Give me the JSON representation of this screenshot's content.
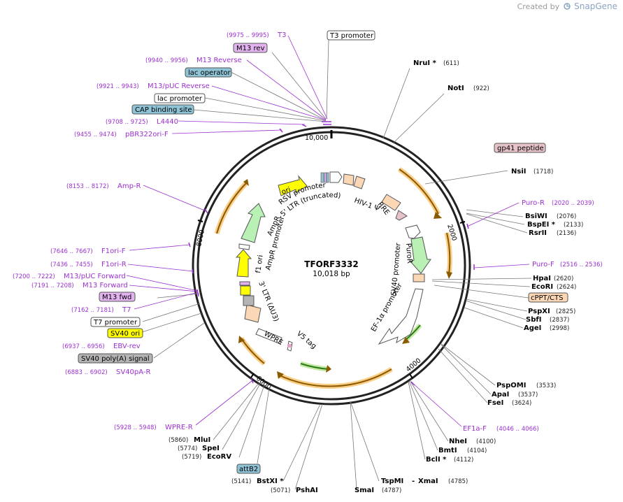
{
  "brand": {
    "created_by": "Created by",
    "name": "SnapGene"
  },
  "plasmid": {
    "name": "TFORF3332",
    "size_label": "10,018 bp"
  },
  "ticks": [
    "10,000",
    "2000",
    "4000",
    "6000",
    "8000"
  ],
  "features": {
    "rsv_promoter": "RSV promoter",
    "ltr5": "5' LTR (truncated)",
    "hiv1_psi": "HIV-1 Ψ",
    "rre": "RRE",
    "puror": "PuroR",
    "sv40_promoter": "SV40 promoter",
    "ef1a_promoter": "EF-1α promoter",
    "v5_tag": "V5 tag",
    "wpre": "WPRE",
    "ltr3": "3' LTR (ΔU3)",
    "f1_ori": "f1 ori",
    "ampr_promoter": "AmpR promoter",
    "ampr": "AmpR",
    "ori": "ori"
  },
  "enzymes": {
    "nrui": {
      "name": "NruI *",
      "pos": "(611)"
    },
    "noti": {
      "name": "NotI",
      "pos": "(922)"
    },
    "nsii": {
      "name": "NsiI",
      "pos": "(1718)"
    },
    "bsiwi": {
      "name": "BsiWI",
      "pos": "(2076)"
    },
    "bspei": {
      "name": "BspEI *",
      "pos": "(2133)"
    },
    "rsrii": {
      "name": "RsrII",
      "pos": "(2136)"
    },
    "hpai": {
      "name": "HpaI",
      "pos": "(2620)"
    },
    "ecori": {
      "name": "EcoRI",
      "pos": "(2624)"
    },
    "pspxi": {
      "name": "PspXI",
      "pos": "(2825)"
    },
    "sbfi": {
      "name": "SbfI",
      "pos": "(2837)"
    },
    "agei": {
      "name": "AgeI",
      "pos": "(2998)"
    },
    "pspomi": {
      "name": "PspOMI",
      "pos": "(3533)"
    },
    "apai": {
      "name": "ApaI",
      "pos": "(3537)"
    },
    "fsei": {
      "name": "FseI",
      "pos": "(3624)"
    },
    "nhei": {
      "name": "NheI",
      "pos": "(4100)"
    },
    "bmti": {
      "name": "BmtI",
      "pos": "(4104)"
    },
    "bcli": {
      "name": "BclI *",
      "pos": "(4112)"
    },
    "xmai": {
      "name": "XmaI",
      "pos": "(4785)"
    },
    "tspmi": {
      "name": "TspMI",
      "sep": "-"
    },
    "smai": {
      "name": "SmaI",
      "pos": "(4787)"
    },
    "pshai": {
      "name": "PshAI",
      "pos": "(5071)"
    },
    "bstxi": {
      "name": "BstXI *",
      "pos": "(5141)"
    },
    "ecorv": {
      "name": "EcoRV",
      "pos": "(5719)"
    },
    "spei": {
      "name": "SpeI",
      "pos": "(5774)"
    },
    "mlui": {
      "name": "MluI",
      "pos": "(5860)"
    }
  },
  "primers": {
    "t3": {
      "name": "T3",
      "pos": "(9975 .. 9995)"
    },
    "m13rev": {
      "name": "M13 Reverse",
      "pos": "(9940 .. 9956)"
    },
    "m13puc_rev": {
      "name": "M13/pUC Reverse",
      "pos": "(9921 .. 9943)"
    },
    "l4440": {
      "name": "L4440",
      "pos": "(9708 .. 9725)"
    },
    "pbr322": {
      "name": "pBR322ori-F",
      "pos": "(9455 .. 9474)"
    },
    "ampr_r": {
      "name": "Amp-R",
      "pos": "(8153 .. 8172)"
    },
    "f1ori_f": {
      "name": "F1ori-F",
      "pos": "(7646 .. 7667)"
    },
    "f1ori_r": {
      "name": "F1ori-R",
      "pos": "(7436 .. 7455)"
    },
    "m13puc_fwd": {
      "name": "M13/pUC Forward",
      "pos": "(7200 .. 7222)"
    },
    "m13fwd": {
      "name": "M13 Forward",
      "pos": "(7191 .. 7208)"
    },
    "t7": {
      "name": "T7",
      "pos": "(7162 .. 7181)"
    },
    "ebv_rev": {
      "name": "EBV-rev",
      "pos": "(6937 .. 6956)"
    },
    "sv40pa_r": {
      "name": "SV40pA-R",
      "pos": "(6883 .. 6902)"
    },
    "wpre_r": {
      "name": "WPRE-R",
      "pos": "(5928 .. 5948)"
    },
    "puro_r": {
      "name": "Puro-R",
      "pos": "(2020 .. 2039)"
    },
    "puro_f": {
      "name": "Puro-F",
      "pos": "(2516 .. 2536)"
    },
    "ef1a_f": {
      "name": "EF1a-F",
      "pos": "(4046 .. 4066)"
    }
  },
  "boxes": {
    "t3_promoter": "T3 promoter",
    "m13_rev": "M13 rev",
    "lac_operator": "lac operator",
    "lac_promoter": "lac promoter",
    "cap_site": "CAP binding site",
    "gp41": "gp41 peptide",
    "cppt": "cPPT/CTS",
    "m13_fwd": "M13 fwd",
    "t7_promoter": "T7 promoter",
    "sv40_ori": "SV40 ori",
    "sv40_polya": "SV40 poly(A) signal",
    "attb2": "attB2"
  },
  "colors": {
    "primer": "#9b30d0",
    "orf": "#f5a623",
    "promoter_green": "#b9f0b4",
    "ori_yellow": "#ffff00",
    "box_blue": "#8fc3d6",
    "box_purple": "#e3b3f0",
    "box_pink": "#e6c3c8",
    "box_peach": "#fcd7b5",
    "box_gray": "#b4b4b4"
  }
}
